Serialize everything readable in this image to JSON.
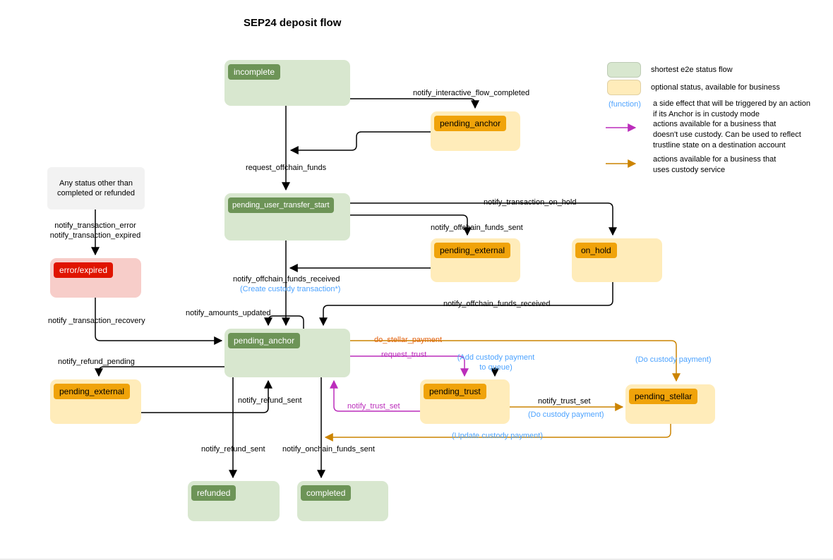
{
  "title": "SEP24 deposit flow",
  "colors": {
    "green_fill": "#d8e7cf",
    "green_chip": "#6d9457",
    "yellow_fill": "#ffecba",
    "orange_chip": "#f0a30a",
    "red_fill": "#f7cdc9",
    "red_chip": "#e01400",
    "gray_fill": "#f2f2f2",
    "black_edge": "#000000",
    "magenta_edge": "#bb2dbb",
    "orange_edge": "#cc8400",
    "function_blue": "#4da3ff"
  },
  "nodes": {
    "incomplete": "incomplete",
    "pending_anchor_top": "pending_anchor",
    "any_status_note": "Any status other than completed or refunded",
    "pending_user_transfer_start": "pending_user_transfer_start",
    "pending_external_right": "pending_external",
    "on_hold": "on_hold",
    "error_expired": "error/expired",
    "pending_anchor_main": "pending_anchor",
    "pending_external_left": "pending_external",
    "pending_trust": "pending_trust",
    "pending_stellar": "pending_stellar",
    "refunded": "refunded",
    "completed": "completed"
  },
  "edge_labels": {
    "notify_interactive_flow_completed": "notify_interactive_flow_completed",
    "request_offchain_funds": "request_offchain_funds",
    "transaction_error_expired": "notify_transaction_error\nnotify_transaction_expired",
    "notify_transaction_on_hold": "notify_transaction_on_hold",
    "notify_offchain_funds_sent": "notify_offchain_funds_sent",
    "notify_offchain_funds_received_main": "notify_offchain_funds_received",
    "create_custody_transaction": "(Create custody transaction*)",
    "notify_amounts_updated": "notify_amounts_updated",
    "notify_offchain_funds_received_hold": "notify_offchain_funds_received",
    "notify_transaction_recovery": "notify _transaction_recovery",
    "notify_refund_pending": "notify_refund_pending",
    "notify_refund_sent_up": "notify_refund_sent",
    "notify_refund_sent_down": "notify_refund_sent",
    "notify_onchain_funds_sent": "notify_onchain_funds_sent",
    "do_stellar_payment": "do_stellar_payment",
    "request_trust": "request_trust",
    "add_custody_payment_to_queue": "(Add custody payment\nto queue)",
    "do_custody_payment_right": "(Do custody payment)",
    "notify_trust_set_magenta": "notify_trust_set",
    "notify_trust_set_black": "notify_trust_set",
    "do_custody_payment_mid": "(Do custody payment)",
    "update_custody_payment": "(Update custody payment)"
  },
  "legend": {
    "green_label": "shortest e2e status flow",
    "yellow_label": "optional status, available for business",
    "function_token": "(function)",
    "function_desc": "a side effect that will be triggered by an action\nif its Anchor is in custody mode",
    "magenta_desc": "actions available for a business that\ndoesn't use custody. Can be used to reflect\ntrustline state on a destination account",
    "orange_desc": "actions available for a business that\nuses custody service"
  }
}
